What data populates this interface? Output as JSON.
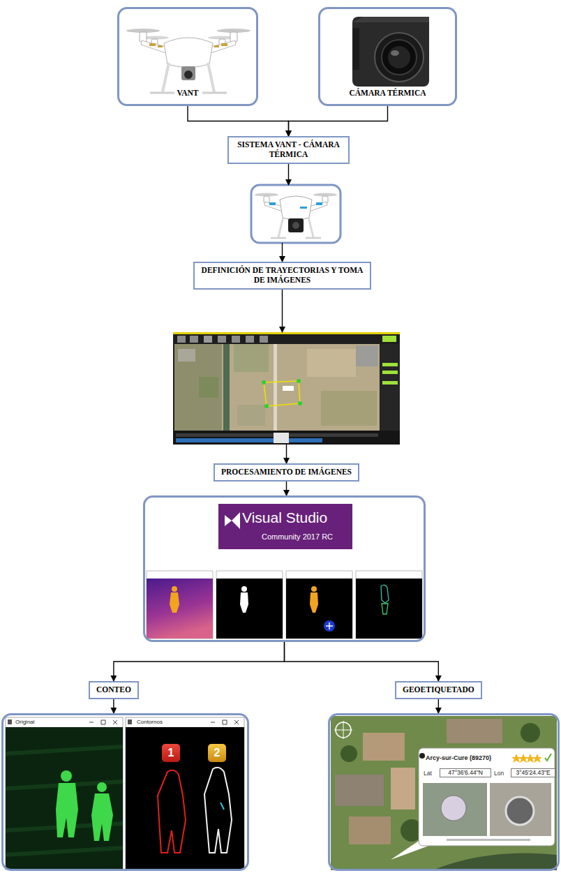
{
  "diagram": {
    "nodes": [
      {
        "text": [
          "VANT"
        ]
      },
      {
        "text": [
          "CÁMARA TÉRMICA"
        ]
      },
      {
        "text": [
          "SISTEMA VANT - CÁMARA TÉRMICA"
        ]
      },
      {
        "text": [
          "DEFINICIÓN DE TRAYECTORIAS Y TOMA DE IMÁGENES"
        ]
      },
      {
        "text": [
          "PROCESAMIENTO DE IMÁGENES"
        ]
      },
      {
        "text": [
          "Visual Studio",
          "Community 2017 RC"
        ]
      },
      {
        "text": [
          "CONTEO"
        ]
      },
      {
        "text": [
          "GEOETIQUETADO"
        ]
      },
      {
        "text": [
          "Original",
          "Contornos"
        ]
      },
      {
        "text": [
          "Arcy-sur-Cure (89270)",
          "Lat",
          "47°36'6.44\"N",
          "Lon",
          "3°45'24.43\"E"
        ]
      }
    ],
    "edges": [
      {
        "from": 0,
        "to": 2,
        "arrow": "to"
      },
      {
        "from": 1,
        "to": 2,
        "arrow": "to"
      },
      {
        "from": 4,
        "to": 5,
        "arrow": "to"
      },
      {
        "from": 5,
        "to": 6,
        "arrow": "to"
      },
      {
        "from": 5,
        "to": 7,
        "arrow": "to"
      },
      {
        "from": 6,
        "to": 8,
        "arrow": "to"
      },
      {
        "from": 7,
        "to": 9,
        "arrow": "to"
      }
    ],
    "labels": [
      "1",
      "2"
    ]
  }
}
